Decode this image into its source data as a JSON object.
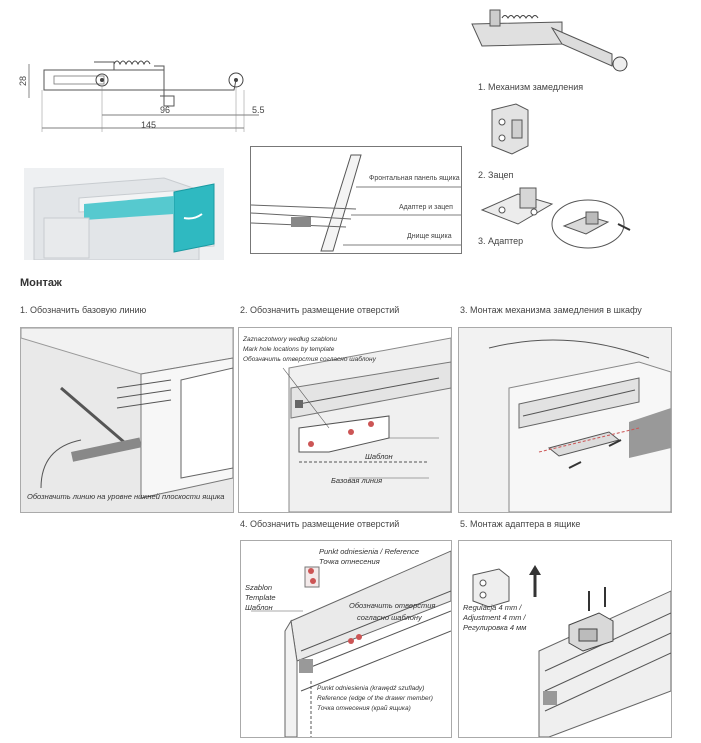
{
  "dims": {
    "h": "28",
    "w1": "96",
    "w2": "5.5",
    "total": "145"
  },
  "components": {
    "c1": "1. Механизм замедления",
    "c2": "2. Зацеп",
    "c3": "3. Адаптер"
  },
  "front_view": {
    "front": "Фронтальная панель ящика",
    "adapter": "Адаптер и зацеп",
    "bottom": "Днище ящика"
  },
  "mount_title": "Монтаж",
  "steps": [
    {
      "title": "1. Обозначить базовую линию",
      "note": "Обозначить линию на уровне нижней плоскости ящика"
    },
    {
      "title": "2. Обозначить размещение отверстий",
      "note1": "Zaznaczotwory według szablonu",
      "note2": "Mark hole locations by template",
      "note3": "Обозначить отверстия согласно шаблону",
      "label_template": "Шаблон",
      "label_base": "Базовая линия"
    },
    {
      "title": "3. Монтаж механизма замедления в шкафу"
    },
    {
      "title": "4. Обозначить размещение отверстий",
      "ref1": "Punkt odniesienia / Reference",
      "ref2": "Точка отнесения",
      "tpl1": "Szablon",
      "tpl2": "Template",
      "tpl3": "Шаблон",
      "holes1": "Обозначить отверстия",
      "holes2": "согласно шаблону",
      "edge1": "Punkt odniesienia (krawędź szuflady)",
      "edge2": "Reference (edge of the drawer member)",
      "edge3": "Точка отнесения (край ящика)"
    },
    {
      "title": "5. Монтаж адаптера в ящике",
      "adj1": "Regulacja 4 mm /",
      "adj2": "Adjustment 4 mm /",
      "adj3": "Регулировка 4 мм"
    }
  ]
}
